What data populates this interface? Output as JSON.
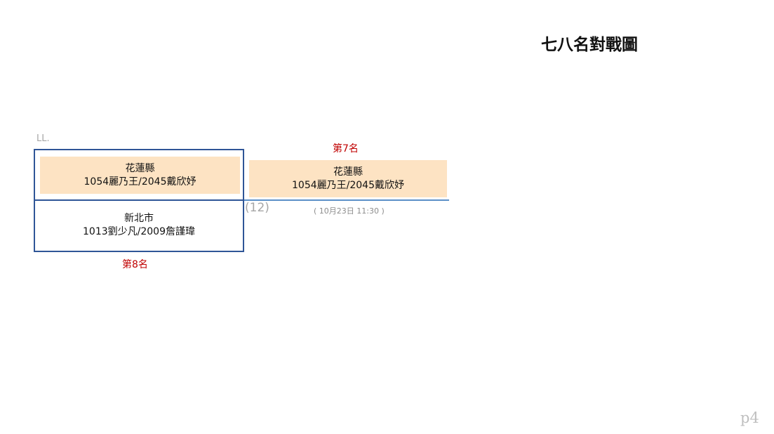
{
  "title": "七八名對戰圖",
  "bracket": {
    "ll_label": "LL.",
    "match_number": "(12)",
    "match_time": "( 10月23日 11:30 )",
    "team_a": {
      "county": "花蓮縣",
      "players": "1054麗乃王/2045戴欣妤"
    },
    "team_b": {
      "county": "新北市",
      "players": "1013劉少凡/2009詹謹瑋"
    },
    "winner": {
      "county": "花蓮縣",
      "players": "1054麗乃王/2045戴欣妤"
    },
    "place_7_label": "第7名",
    "place_8_label": "第8名"
  },
  "page_number": "p4",
  "colors": {
    "bracket_line": "#2f5597",
    "winner_line": "#5b8fc7",
    "highlight_fill": "#fde3c3",
    "place_label": "#c00000"
  }
}
